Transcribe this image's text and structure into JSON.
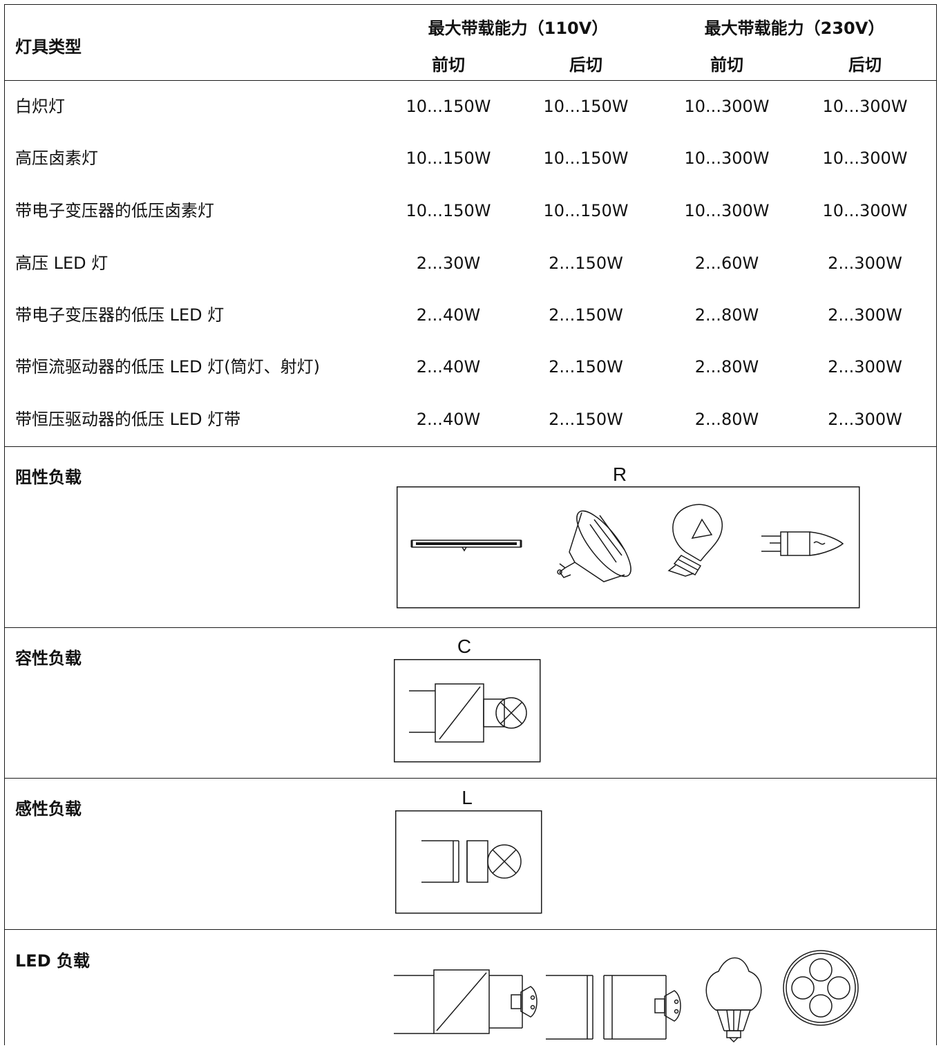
{
  "header": {
    "col_type": "灯具类型",
    "group_110": "最大带载能力（110V）",
    "group_230": "最大带载能力（230V）",
    "leading_edge": "前切",
    "trailing_edge": "后切"
  },
  "rows": [
    {
      "name": "白炽灯",
      "v110_front": "10...150W",
      "v110_back": "10...150W",
      "v230_front": "10...300W",
      "v230_back": "10...300W"
    },
    {
      "name": "高压卤素灯",
      "v110_front": "10...150W",
      "v110_back": "10...150W",
      "v230_front": "10...300W",
      "v230_back": "10...300W"
    },
    {
      "name": "带电子变压器的低压卤素灯",
      "v110_front": "10...150W",
      "v110_back": "10...150W",
      "v230_front": "10...300W",
      "v230_back": "10...300W"
    },
    {
      "name": "高压  LED 灯",
      "v110_front": "2...30W",
      "v110_back": "2...150W",
      "v230_front": "2...60W",
      "v230_back": "2...300W"
    },
    {
      "name": "带电子变压器的低压  LED 灯",
      "v110_front": "2...40W",
      "v110_back": "2...150W",
      "v230_front": "2...80W",
      "v230_back": "2...300W"
    },
    {
      "name": "带恒流驱动器的低压  LED 灯(筒灯、射灯)",
      "v110_front": "2...40W",
      "v110_back": "2...150W",
      "v230_front": "2...80W",
      "v230_back": "2...300W"
    },
    {
      "name": "带恒压驱动器的低压 LED 灯带",
      "v110_front": "2...40W",
      "v110_back": "2...150W",
      "v230_front": "2...80W",
      "v230_back": "2...300W"
    }
  ],
  "loads": {
    "resistive": {
      "label": "阻性负载",
      "symbol": "R",
      "icons": [
        "linear-halogen-tube-icon",
        "reflector-lamp-icon",
        "incandescent-bulb-icon",
        "capsule-lamp-icon"
      ]
    },
    "capacitive": {
      "label": "容性负载",
      "symbol": "C",
      "icons": [
        "electronic-transformer-lamp-icon"
      ]
    },
    "inductive": {
      "label": "感性负载",
      "symbol": "L",
      "icons": [
        "magnetic-transformer-lamp-icon"
      ]
    },
    "led": {
      "label": "LED 负载",
      "icons": [
        "led-driver-spotlight-icon",
        "led-magnetic-spotlight-icon",
        "led-bulb-icon",
        "led-downlight-icon"
      ]
    }
  },
  "colors": {
    "line": "#1a1a1a",
    "text": "#111111",
    "background": "#ffffff"
  }
}
